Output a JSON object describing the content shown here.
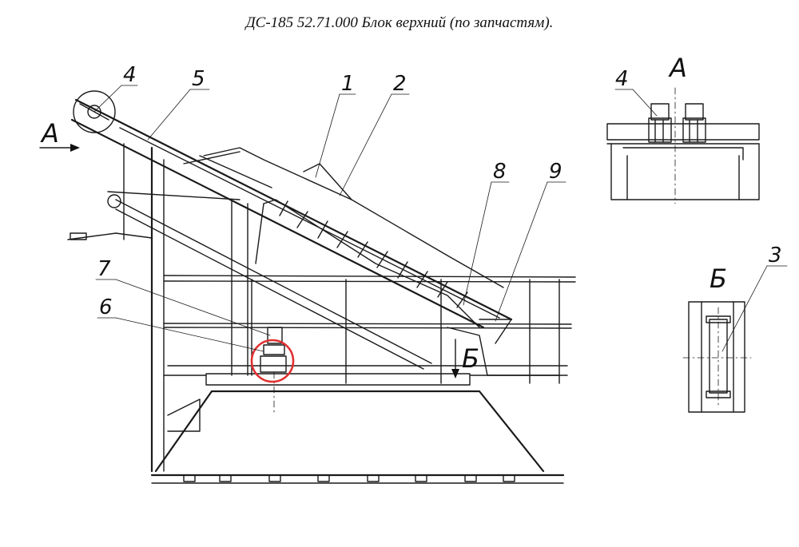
{
  "title": "ДС-185 52.71.000  Блок верхний  (по запчастям).",
  "labels": {
    "n1": "1",
    "n2": "2",
    "n3": "3",
    "n4": "4",
    "n4b": "4",
    "n5": "5",
    "n6": "6",
    "n7": "7",
    "n8": "8",
    "n9": "9"
  },
  "views": {
    "a_left": "А",
    "a_right": "А",
    "b_down": "Б",
    "b_right": "Б"
  },
  "highlight_color": "#e03030"
}
